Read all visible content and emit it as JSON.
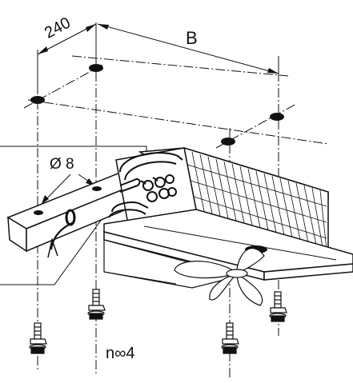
{
  "labels": {
    "width_dim": "240",
    "length_dim": "B",
    "hole_dia": "Ø 8",
    "count": "n∞4"
  }
}
